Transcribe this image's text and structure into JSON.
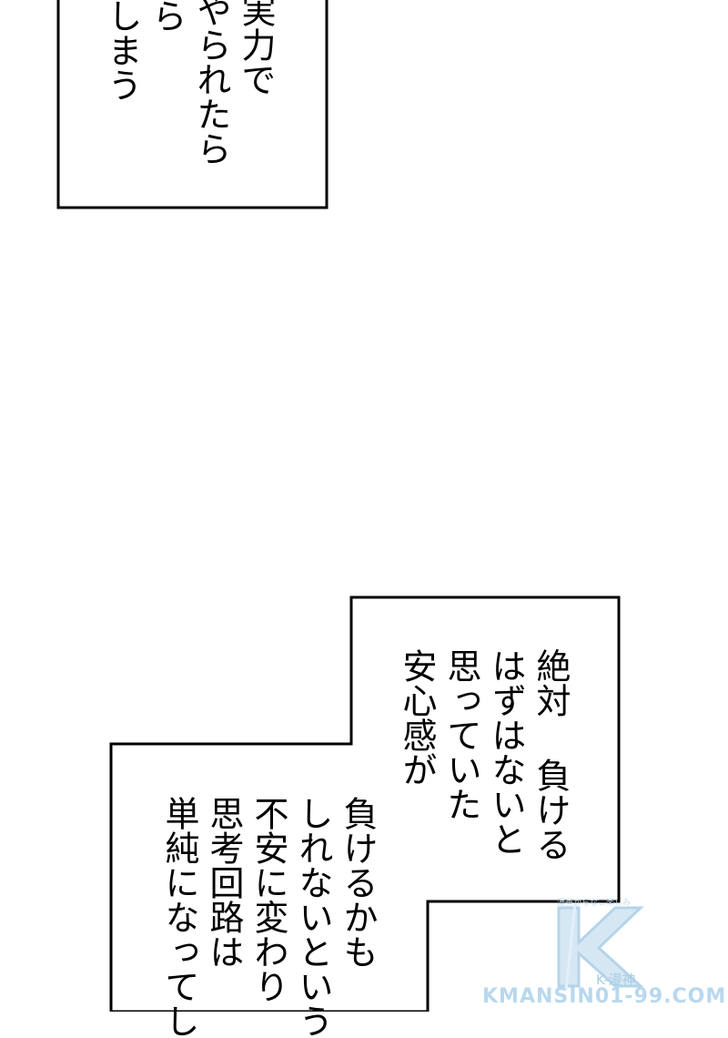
{
  "panels": {
    "top_box": {
      "columns": [
        "実力で",
        "やられたら",
        "から",
        "でしまう"
      ]
    },
    "upper_box": {
      "columns": [
        "絶対 負ける",
        "はずはないと",
        "思っていた",
        "安心感が"
      ]
    },
    "lower_box": {
      "columns": [
        "負けるかも",
        "しれないという",
        "不安に変わり",
        "思考回路は",
        "単純になってし"
      ]
    }
  },
  "watermark": {
    "logo_text": "K",
    "top_text": "漫画からなこ楽しみ",
    "sub_text": "K-漫神",
    "site_text": "KMANSIN01-99.COM",
    "color": "#b8d8ee"
  }
}
